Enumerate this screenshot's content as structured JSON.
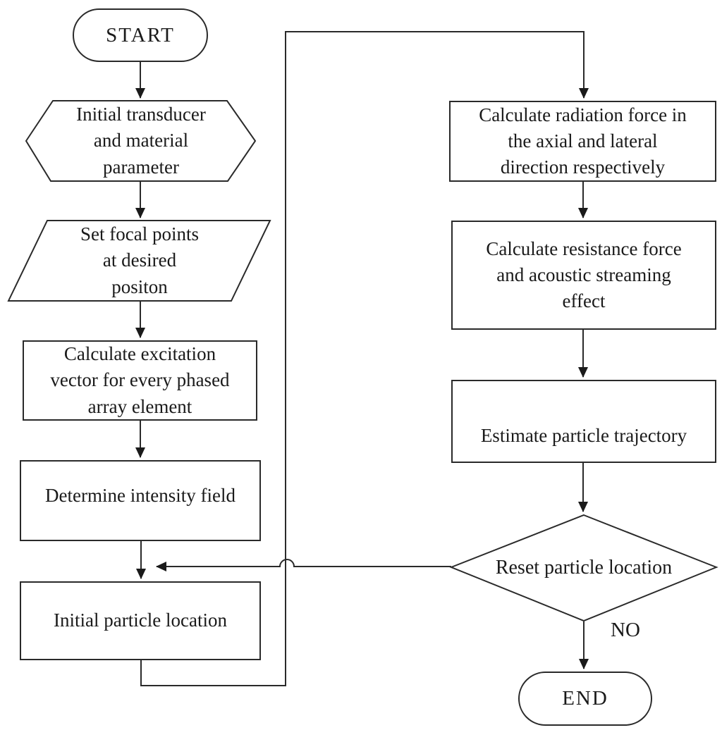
{
  "diagram": {
    "type": "flowchart",
    "colors": {
      "background": "#ffffff",
      "stroke": "#2a2a2a",
      "text": "#1a1a1a"
    },
    "nodes": {
      "start": {
        "type": "terminator",
        "label": "START"
      },
      "initial_params": {
        "type": "hexagon",
        "label": "Initial transducer\nand material\nparameter"
      },
      "set_focal_points": {
        "type": "parallelogram",
        "label": "Set focal points\nat desired\npositon"
      },
      "calc_excitation": {
        "type": "process",
        "label": "Calculate excitation\nvector for every phased\narray element"
      },
      "intensity_field": {
        "type": "process",
        "label": "Determine intensity field"
      },
      "initial_particle": {
        "type": "process",
        "label": "Initial particle location"
      },
      "radiation_force": {
        "type": "process",
        "label": "Calculate radiation force in\nthe axial and lateral\ndirection respectively"
      },
      "resistance_force": {
        "type": "process",
        "label": "Calculate resistance force\nand acoustic streaming\neffect"
      },
      "trajectory": {
        "type": "process",
        "label": "Estimate particle trajectory"
      },
      "reset_decision": {
        "type": "decision",
        "label": "Reset particle location"
      },
      "end": {
        "type": "terminator",
        "label": "END"
      }
    },
    "edge_labels": {
      "no": "NO"
    },
    "edges": [
      {
        "from": "start",
        "to": "initial_params"
      },
      {
        "from": "initial_params",
        "to": "set_focal_points"
      },
      {
        "from": "set_focal_points",
        "to": "calc_excitation"
      },
      {
        "from": "calc_excitation",
        "to": "intensity_field"
      },
      {
        "from": "intensity_field",
        "to": "initial_particle"
      },
      {
        "from": "initial_particle",
        "to": "radiation_force",
        "route": "down-right-up-right-down loop"
      },
      {
        "from": "radiation_force",
        "to": "resistance_force"
      },
      {
        "from": "resistance_force",
        "to": "trajectory"
      },
      {
        "from": "trajectory",
        "to": "reset_decision"
      },
      {
        "from": "reset_decision",
        "to": "intensity_field_junction",
        "route": "feedback left with line hop"
      },
      {
        "from": "reset_decision",
        "to": "end",
        "label": "NO"
      }
    ]
  }
}
